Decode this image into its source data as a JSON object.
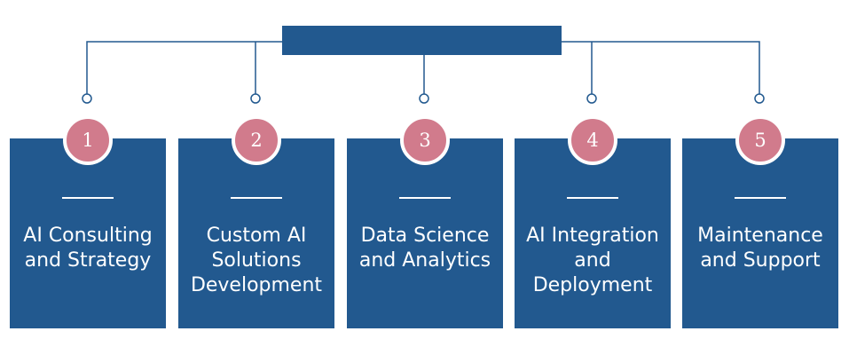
{
  "colors": {
    "primary": "#22598f",
    "accent": "#d17b8c",
    "connector": "#22598f",
    "background": "#ffffff",
    "text": "#ffffff"
  },
  "header": {
    "title": ""
  },
  "steps": [
    {
      "number": "1",
      "label": "AI Consulting and Strategy"
    },
    {
      "number": "2",
      "label": "Custom AI Solutions Development"
    },
    {
      "number": "3",
      "label": "Data Science and Analytics"
    },
    {
      "number": "4",
      "label": "AI Integration and Deployment"
    },
    {
      "number": "5",
      "label": "Maintenance and Support"
    }
  ]
}
